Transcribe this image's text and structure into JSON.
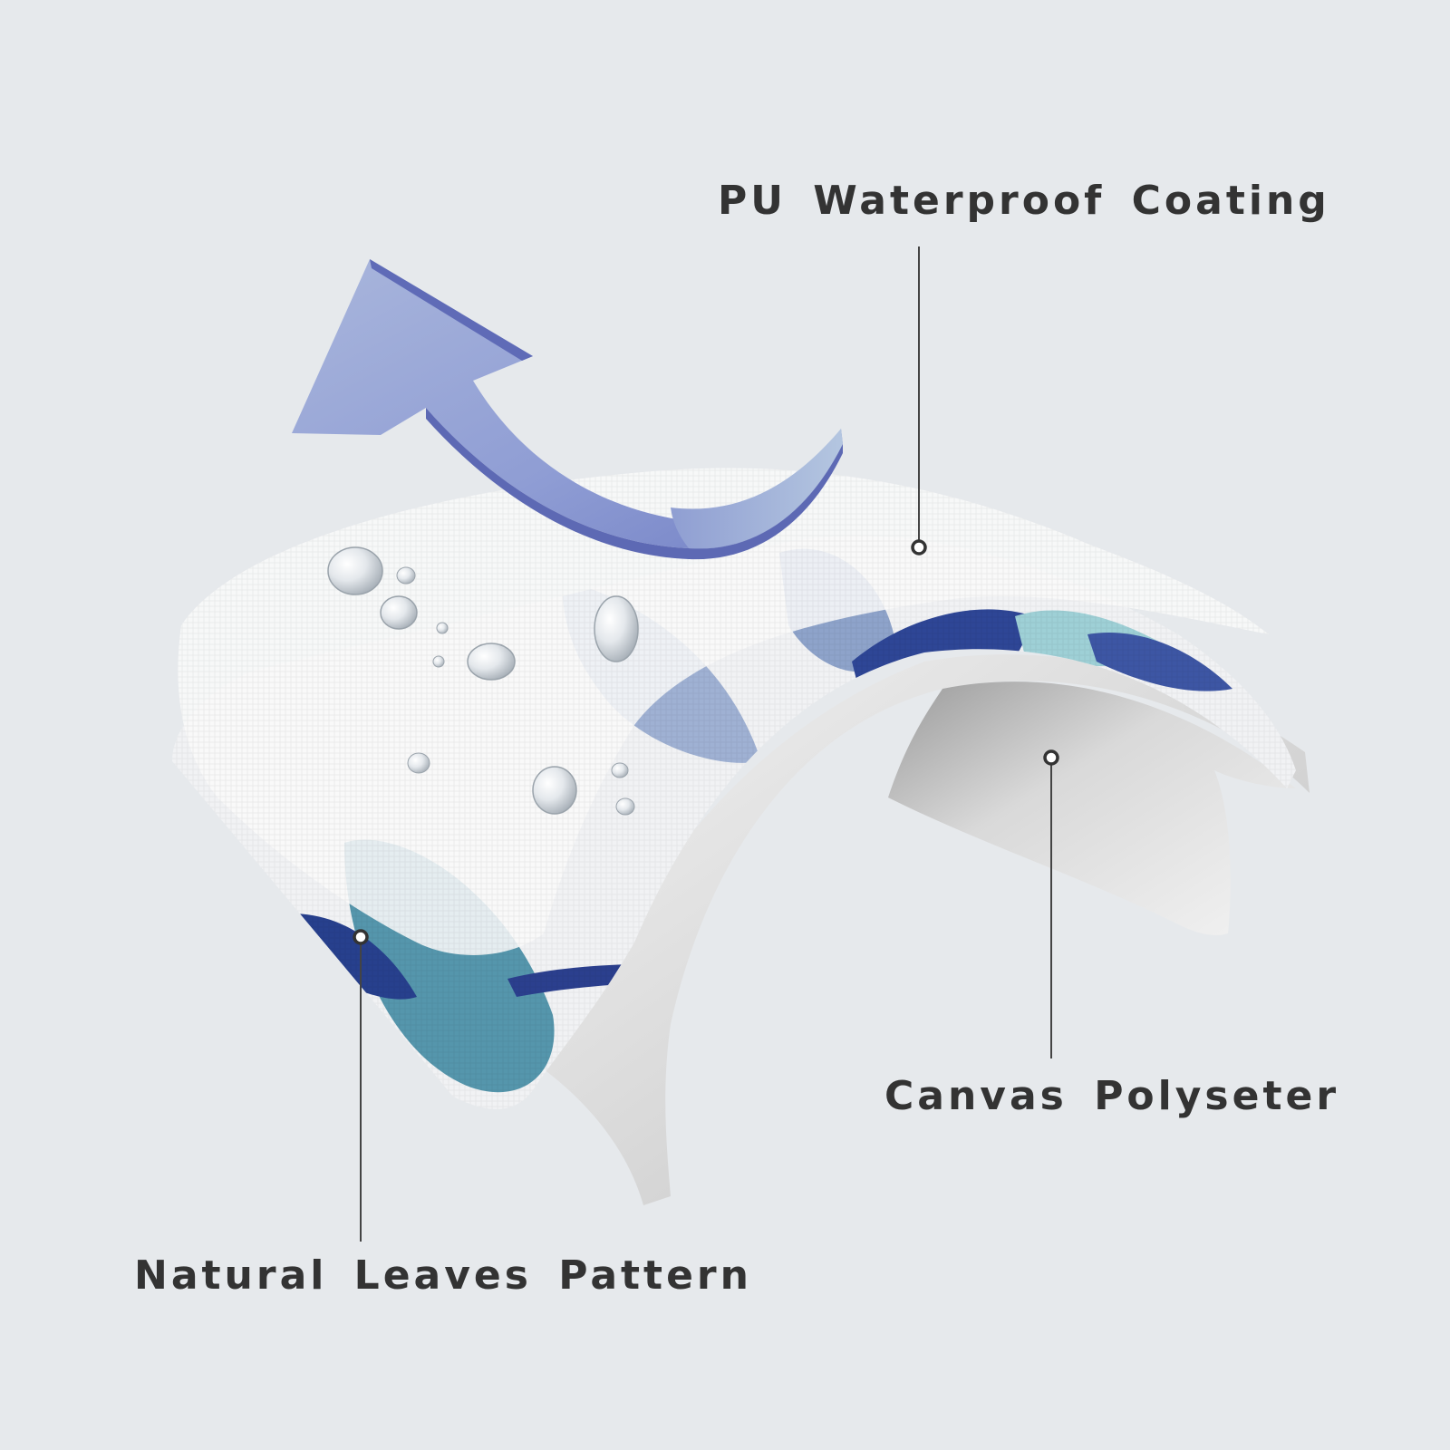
{
  "labels": {
    "coating": "PU Waterproof Coating",
    "canvas": "Canvas Polyseter",
    "pattern": "Natural Leaves Pattern"
  },
  "colors": {
    "background": "#e6e9ec",
    "label_text": "#333333",
    "arrow": "#7f8ccc",
    "leaf_navy": "#2a3f8f",
    "leaf_teal": "#4f93a8",
    "leaf_light": "#8fa8cc",
    "coating": "#f7f7f7",
    "canvas_back": "#c9c9c9"
  },
  "icons": {
    "arrow": "curved-up-arrow-icon",
    "drops": "water-droplet-icon"
  }
}
